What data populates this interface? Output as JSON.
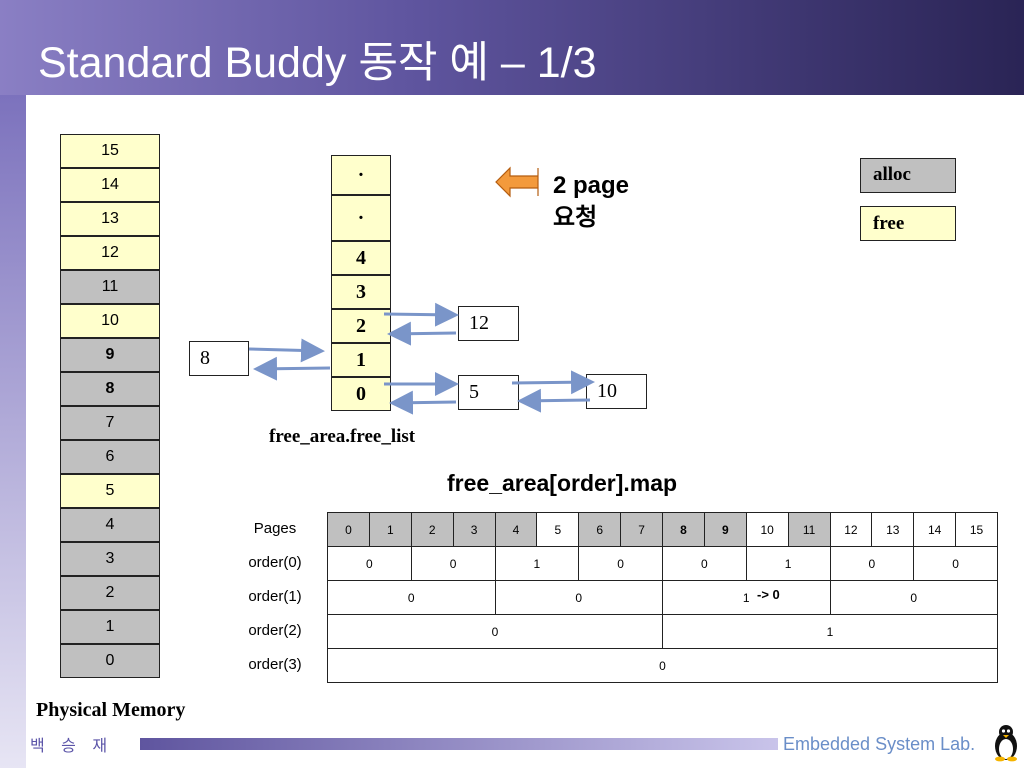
{
  "title": "Standard Buddy 동작 예 – 1/3",
  "physical_memory": {
    "label": "Physical Memory",
    "cells": [
      {
        "label": "15",
        "state": "free"
      },
      {
        "label": "14",
        "state": "free"
      },
      {
        "label": "13",
        "state": "free"
      },
      {
        "label": "12",
        "state": "free"
      },
      {
        "label": "11",
        "state": "alloc"
      },
      {
        "label": "10",
        "state": "free"
      },
      {
        "label": "9",
        "state": "alloc",
        "bold": true
      },
      {
        "label": "8",
        "state": "alloc",
        "bold": true
      },
      {
        "label": "7",
        "state": "alloc"
      },
      {
        "label": "6",
        "state": "alloc"
      },
      {
        "label": "5",
        "state": "free"
      },
      {
        "label": "4",
        "state": "alloc"
      },
      {
        "label": "3",
        "state": "alloc"
      },
      {
        "label": "2",
        "state": "alloc"
      },
      {
        "label": "1",
        "state": "alloc"
      },
      {
        "label": "0",
        "state": "alloc"
      }
    ]
  },
  "free_list": {
    "label": "free_area.free_list",
    "cells": [
      "·",
      "·",
      "4",
      "3",
      "2",
      "1",
      "0"
    ],
    "nodes": {
      "order1_left": "8",
      "order2_right": "12",
      "order0_a": "5",
      "order0_b": "10"
    }
  },
  "request": {
    "line1": "2 page",
    "line2": "요청"
  },
  "legend": {
    "alloc": "alloc",
    "free": "free"
  },
  "map": {
    "title": "free_area[order].map",
    "row_labels": [
      "Pages",
      "order(0)",
      "order(1)",
      "order(2)",
      "order(3)"
    ],
    "pages": [
      "0",
      "1",
      "2",
      "3",
      "4",
      "5",
      "6",
      "7",
      "8",
      "9",
      "10",
      "11",
      "12",
      "13",
      "14",
      "15"
    ],
    "order0": [
      "0",
      "0",
      "1",
      "0",
      "0",
      "1",
      "0",
      "0"
    ],
    "order1": [
      "0",
      "0",
      "1",
      "0"
    ],
    "order1_change": "-> 0",
    "order2": [
      "0",
      "1"
    ],
    "order3": [
      "0"
    ]
  },
  "footer": {
    "author": "백 승 재",
    "lab": "Embedded System Lab."
  },
  "colors": {
    "free": "#ffffcc",
    "alloc": "#c0c0c0",
    "arrow": "#f39a3c",
    "link_arrow": "#7a95c9",
    "footer_bar": "#7c72bd"
  }
}
